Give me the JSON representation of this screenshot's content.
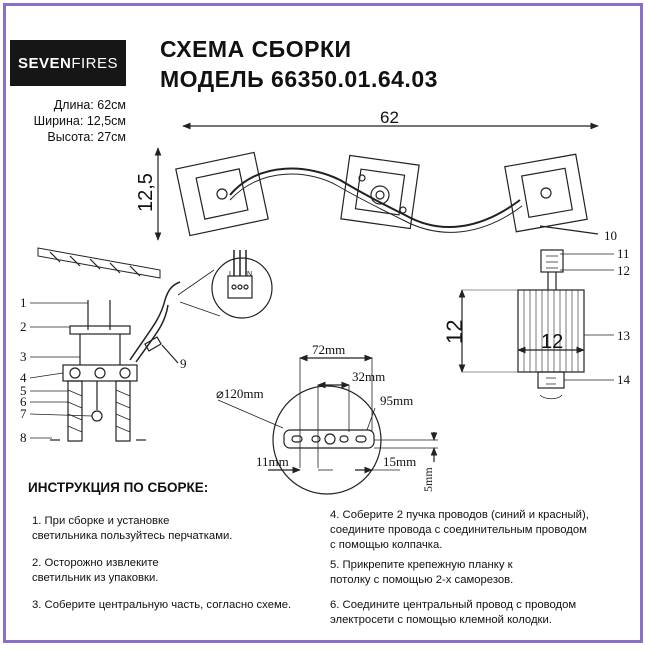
{
  "brand": {
    "strong": "SEVEN",
    "light": "FIRES"
  },
  "title": {
    "line1": "СХЕМА СБОРКИ",
    "line2": "МОДЕЛЬ 66350.01.64.03"
  },
  "dimensions": {
    "length": "Длина: 62см",
    "width": "Ширина: 12,5см",
    "height": "Высота: 27см"
  },
  "drawing": {
    "top_length": "62",
    "top_depth": "12,5",
    "shade_height": "12",
    "shade_width": "12",
    "plate_diameter": "⌀120mm",
    "plate_72": "72mm",
    "plate_32": "32mm",
    "plate_95": "95mm",
    "plate_11": "11mm",
    "plate_15": "15mm",
    "plate_5": "5mm",
    "wire_L": "L",
    "wire_N": "N",
    "callouts_left": [
      "1",
      "2",
      "3",
      "4",
      "5",
      "6",
      "7",
      "8"
    ],
    "callout_9": "9",
    "callouts_right": [
      "10",
      "11",
      "12",
      "13",
      "14"
    ]
  },
  "instructions": {
    "heading": "ИНСТРУКЦИЯ ПО СБОРКЕ:",
    "step1": [
      "1. При сборке и установке",
      "светильника пользуйтесь перчатками."
    ],
    "step2": [
      "2. Осторожно извлеките",
      "светильник из упаковки."
    ],
    "step3": [
      "3. Соберите центральную часть, согласно схеме."
    ],
    "step4": [
      "4. Соберите 2 пучка проводов (синий и красный),",
      "соедините провода с соединительным проводом",
      "с помощью колпачка."
    ],
    "step5": [
      "5. Прикрепите крепежную планку к",
      "потолку с помощью 2-х саморезов."
    ],
    "step6": [
      "6. Соедините центральный провод с проводом",
      "электросети с помощью клемной колодки."
    ]
  },
  "colors": {
    "frame": "#8a6fc8",
    "logo_bg": "#161616",
    "line": "#222222"
  }
}
